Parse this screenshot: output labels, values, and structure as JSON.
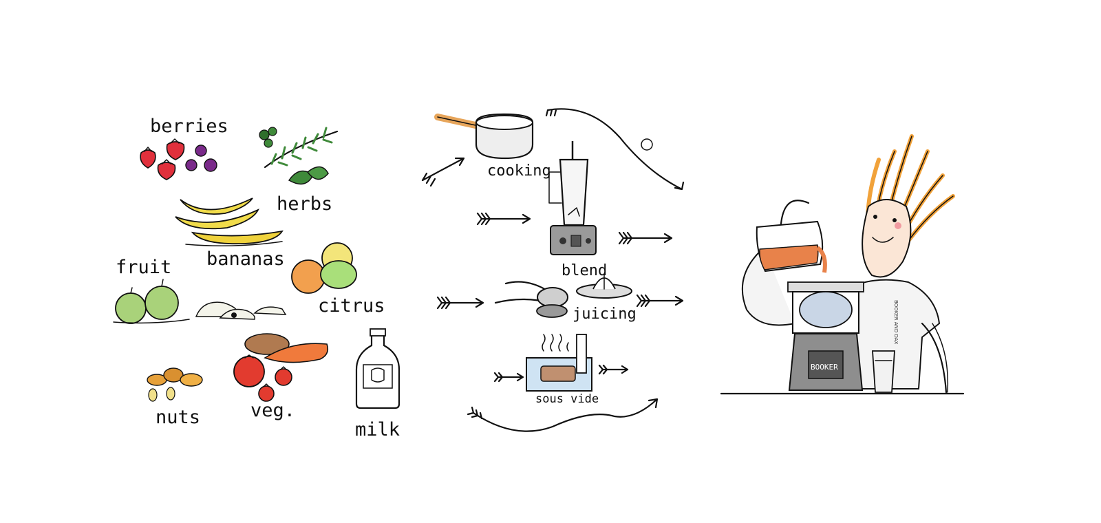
{
  "ingredients": {
    "berries": "berries",
    "herbs": "herbs",
    "bananas": "bananas",
    "fruit": "fruit",
    "citrus": "citrus",
    "nuts": "nuts",
    "veg": "veg.",
    "milk": "milk"
  },
  "processes": {
    "cooking": "cooking",
    "blend": "blend",
    "juicing": "juicing",
    "sous_vide": "sous vide"
  },
  "chef": {
    "shirt_text": "BOOKER AND DAX",
    "machine_text": "BOOKER"
  },
  "colors": {
    "ink": "#111111",
    "berry_red": "#e0303c",
    "berry_purple": "#7a2a8a",
    "herb_green": "#3f8a3a",
    "banana_yellow": "#f1dc4a",
    "apple_green": "#a9d27a",
    "orange": "#f2a04e",
    "lemon": "#f3e57a",
    "lime": "#a9df7a",
    "tomato": "#e23b2f",
    "carrot": "#f07a3c",
    "potato": "#b07a50",
    "hair_orange": "#f1a23a",
    "juice": "#e8824a",
    "machine_gray": "#8e8e8e"
  }
}
